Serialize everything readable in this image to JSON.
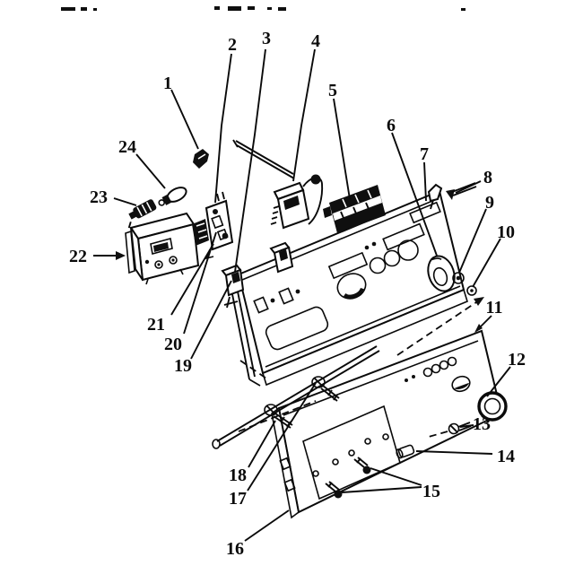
{
  "figure": {
    "kind": "exploded-parts-diagram",
    "background": "#ffffff",
    "ink": "#0a0a0a"
  },
  "callouts": [
    {
      "label": "1"
    },
    {
      "label": "2"
    },
    {
      "label": "3"
    },
    {
      "label": "4"
    },
    {
      "label": "5"
    },
    {
      "label": "6"
    },
    {
      "label": "7"
    },
    {
      "label": "8"
    },
    {
      "label": "9"
    },
    {
      "label": "10"
    },
    {
      "label": "11"
    },
    {
      "label": "12"
    },
    {
      "label": "13"
    },
    {
      "label": "14"
    },
    {
      "label": "15"
    },
    {
      "label": "16"
    },
    {
      "label": "17"
    },
    {
      "label": "18"
    },
    {
      "label": "19"
    },
    {
      "label": "20"
    },
    {
      "label": "21"
    },
    {
      "label": "22"
    },
    {
      "label": "23"
    },
    {
      "label": "24"
    }
  ]
}
